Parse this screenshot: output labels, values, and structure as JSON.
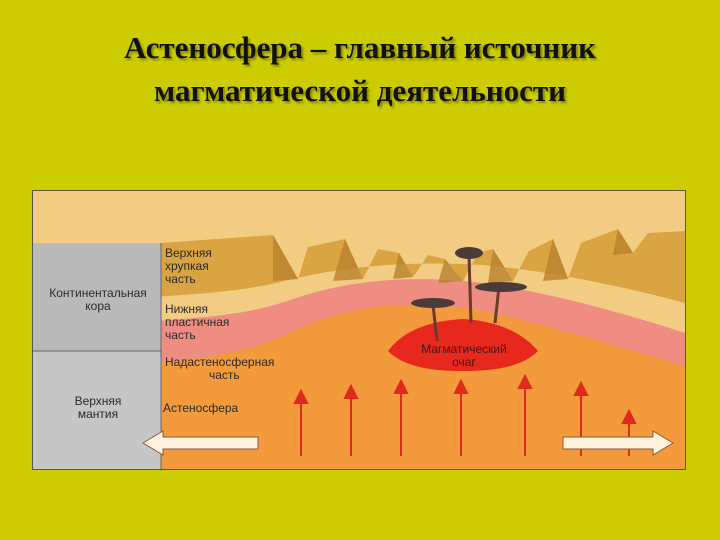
{
  "title": {
    "line1": "Астеносфера – главный источник",
    "line2": "магматической деятельности"
  },
  "diagram": {
    "left_labels": {
      "continental_crust_line1": "Континентальная",
      "continental_crust_line2": "кора",
      "upper_mantle_line1": "Верхняя",
      "upper_mantle_line2": "мантия"
    },
    "layers": {
      "upper_brittle_line1": "Верхняя",
      "upper_brittle_line2": "хрупкая",
      "upper_brittle_line3": "часть",
      "lower_plastic_line1": "Нижняя",
      "lower_plastic_line2": "пластичная",
      "lower_plastic_line3": "часть",
      "supra_asthenosphere_line1": "Надастеносферная",
      "supra_asthenosphere_line2": "часть",
      "asthenosphere": "Астеносфера"
    },
    "magma_chamber_line1": "Магматический",
    "magma_chamber_line2": "очаг"
  },
  "colors": {
    "background": "#cccc00",
    "sky": "#d6e6ee",
    "upper_brittle": "#d9a441",
    "lower_plastic": "#f3cc84",
    "supra_asthenosphere": "#ef8d83",
    "asthenosphere": "#f29a3c",
    "magma": "#e8281c",
    "arrows": "#e02a1e",
    "side_panel": "#b9b9b9"
  }
}
